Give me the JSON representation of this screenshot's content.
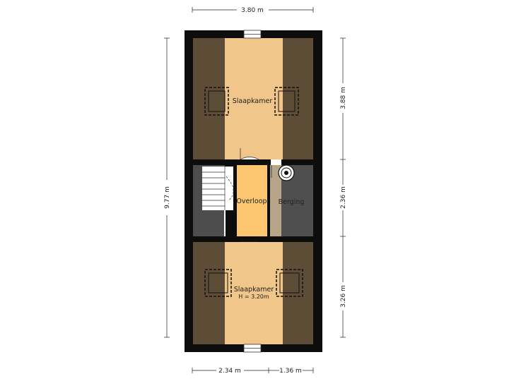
{
  "rooms": {
    "top_bedroom": "Slaapkamer",
    "landing": "Overloop",
    "storage": "Berging",
    "bottom_bedroom": "Slaapkamer",
    "bottom_bedroom_height": "H = 3.20m"
  },
  "dimensions": {
    "overall_width": "3.80 m",
    "overall_length": "9.77 m",
    "top_room_depth": "3.88 m",
    "middle_depth": "2.36 m",
    "bottom_room_depth": "3.26 m",
    "bottom_left_width": "2.34 m",
    "bottom_right_width": "1.36 m"
  },
  "colors": {
    "wall": "#0d0d0d",
    "bedroom_floor": "#f0c68a",
    "sloped_area": "#5e4d36",
    "landing_floor": "#fbc66f",
    "stair_area": "#4d4d4d",
    "storage_floor": "#4f4f4f",
    "storage_strip": "#b7a58a"
  }
}
